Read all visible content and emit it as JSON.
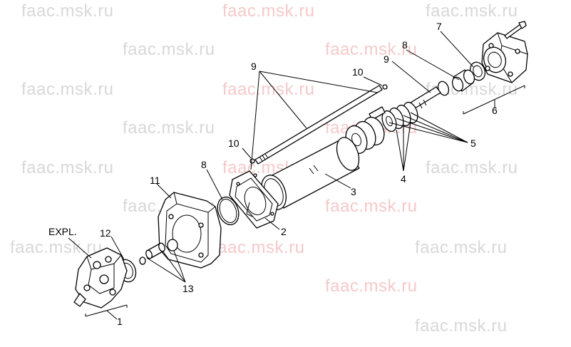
{
  "watermarks": [
    {
      "text": "faac.msk.ru",
      "tone": "grey"
    },
    {
      "text": "faac.msk.ru",
      "tone": "pink"
    },
    {
      "text": "faac.msk.ru",
      "tone": "grey"
    },
    {
      "text": "faac.msk.ru",
      "tone": "grey"
    },
    {
      "text": "faac.msk.ru",
      "tone": "pink"
    },
    {
      "text": "faac.msk.ru",
      "tone": "grey"
    },
    {
      "text": "faac.msk.ru",
      "tone": "pink"
    },
    {
      "text": "faac.msk.ru",
      "tone": "grey"
    },
    {
      "text": "faac.msk.ru",
      "tone": "grey"
    },
    {
      "text": "faac.msk.ru",
      "tone": "pink"
    },
    {
      "text": "faac.msk.ru",
      "tone": "grey"
    },
    {
      "text": "faac.msk.ru",
      "tone": "pink"
    },
    {
      "text": "faac.msk.ru",
      "tone": "grey"
    },
    {
      "text": "faac.msk.ru",
      "tone": "grey"
    },
    {
      "text": "faac.msk.ru",
      "tone": "pink"
    },
    {
      "text": "faac.msk.ru",
      "tone": "grey"
    },
    {
      "text": "faac.msk.ru",
      "tone": "pink"
    },
    {
      "text": "faac.msk.ru",
      "tone": "grey"
    },
    {
      "text": "faac.msk.ru",
      "tone": "pink"
    },
    {
      "text": "faac.msk.ru",
      "tone": "grey"
    }
  ],
  "labels": {
    "expl": "EXPL.",
    "p1": "1",
    "p2": "2",
    "p3": "3",
    "p4": "4",
    "p5": "5",
    "p6": "6",
    "p7": "7",
    "p8_top": "8",
    "p8_left": "8",
    "p9_top": "9",
    "p9_right": "9",
    "p10_top": "10",
    "p10_left": "10",
    "p11": "11",
    "p12": "12",
    "p13": "13"
  },
  "colors": {
    "line": "#000000",
    "watermark_grey": "#d8d8d8",
    "watermark_pink": "#f6c9c9"
  }
}
